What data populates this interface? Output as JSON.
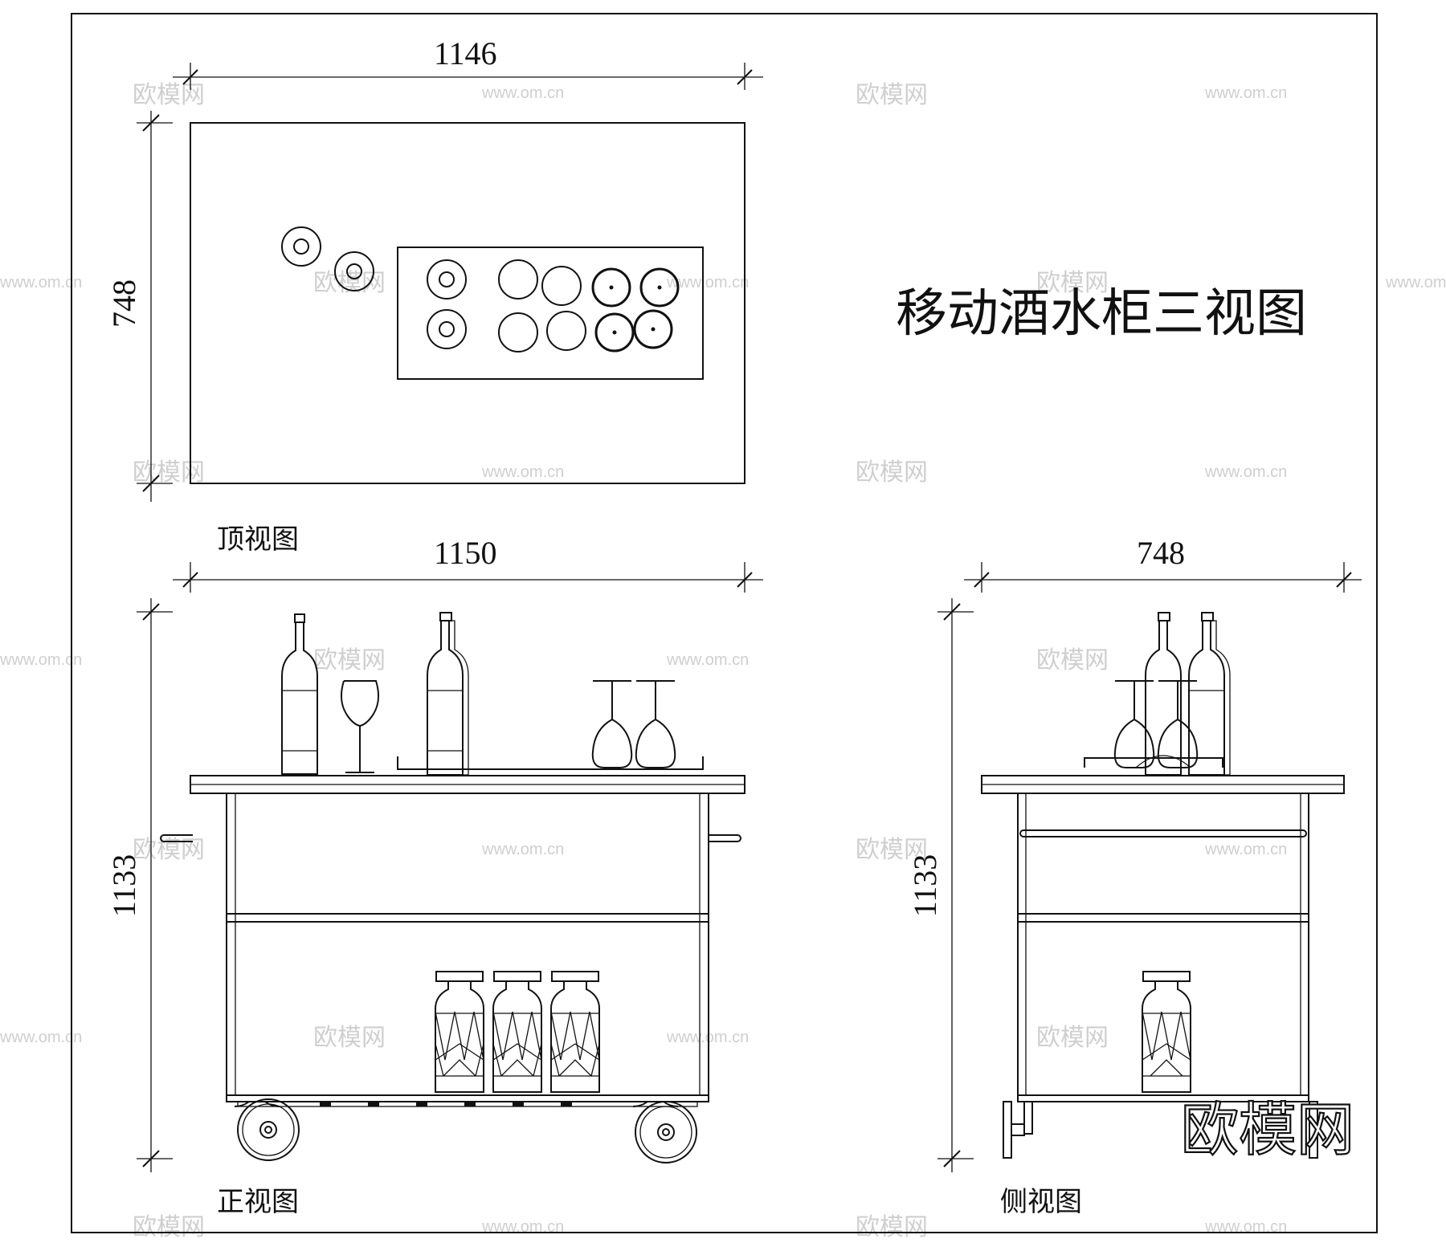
{
  "title": "移动酒水柜三视图",
  "views": {
    "top": {
      "label": "顶视图",
      "width_dim": "1146",
      "depth_dim": "748"
    },
    "front": {
      "label": "正视图",
      "width_dim": "1150",
      "height_dim": "1133"
    },
    "side": {
      "label": "侧视图",
      "width_dim": "748",
      "height_dim": "1133"
    }
  },
  "watermark": {
    "text": "欧模网",
    "url": "www.om.cn"
  }
}
